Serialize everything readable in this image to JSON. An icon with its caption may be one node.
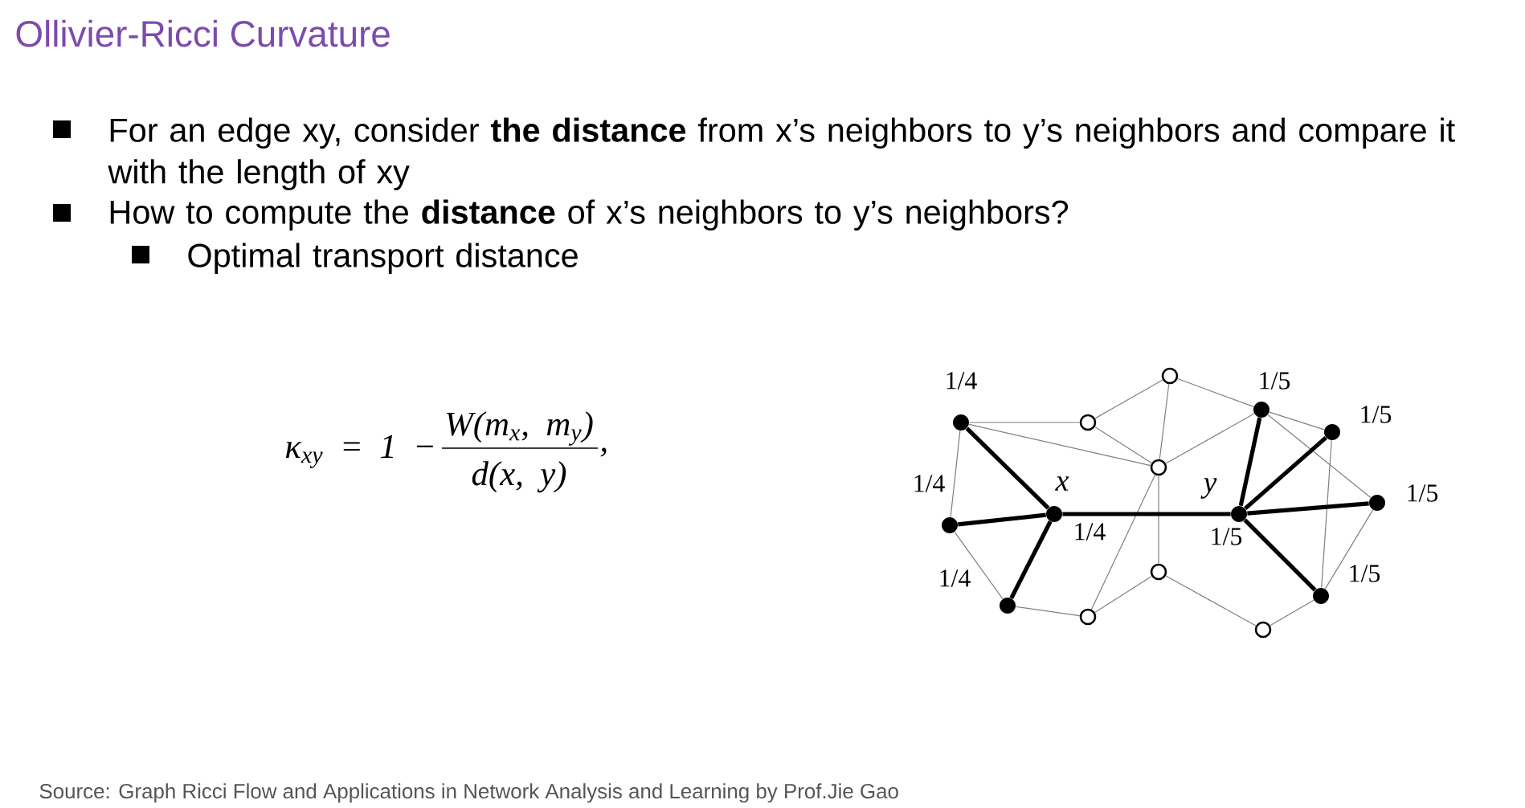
{
  "diagram": {
    "title": "Ollivier-Ricci Curvature",
    "caption": "Source: Graph Ricci Flow and Applications in Network Analysis and Learning by Prof.Jie Gao",
    "nodes": [
      {
        "text": [],
        "shape": "dot",
        "beside": [
          "1/4"
        ]
      },
      {
        "text": [],
        "shape": "circle"
      },
      {
        "text": [],
        "shape": "circle"
      },
      {
        "text": [],
        "shape": "circle"
      },
      {
        "text": [],
        "shape": "dot",
        "beside": [
          "1/5"
        ]
      },
      {
        "text": [],
        "shape": "dot",
        "beside": [
          "1/5"
        ]
      },
      {
        "text": [],
        "shape": "dot",
        "beside": [
          "1/5"
        ]
      },
      {
        "text": [],
        "shape": "dot",
        "beside": [
          "x",
          "1/4"
        ]
      },
      {
        "text": [],
        "shape": "dot",
        "beside": [
          "y",
          "1/5"
        ]
      },
      {
        "text": [],
        "shape": "dot",
        "beside": [
          "1/4"
        ]
      },
      {
        "text": [],
        "shape": "circle"
      },
      {
        "text": [],
        "shape": "dot",
        "beside": [
          "1/5"
        ]
      },
      {
        "text": [],
        "shape": "dot",
        "beside": [
          "1/4"
        ]
      },
      {
        "text": [],
        "shape": "circle"
      },
      {
        "text": [],
        "shape": "circle"
      }
    ],
    "edges": [
      {
        "from": 0,
        "to": 1,
        "arrow": "none"
      },
      {
        "from": 0,
        "to": 3,
        "arrow": "none"
      },
      {
        "from": 0,
        "to": 9,
        "arrow": "none"
      },
      {
        "from": 0,
        "to": 7,
        "arrow": "none",
        "style": "thick",
        "color": "#000000"
      },
      {
        "from": 1,
        "to": 2,
        "arrow": "none"
      },
      {
        "from": 1,
        "to": 3,
        "arrow": "none"
      },
      {
        "from": 2,
        "to": 3,
        "arrow": "none"
      },
      {
        "from": 2,
        "to": 4,
        "arrow": "none"
      },
      {
        "from": 3,
        "to": 4,
        "arrow": "none"
      },
      {
        "from": 3,
        "to": 10,
        "arrow": "none"
      },
      {
        "from": 3,
        "to": 13,
        "arrow": "none"
      },
      {
        "from": 4,
        "to": 5,
        "arrow": "none"
      },
      {
        "from": 4,
        "to": 6,
        "arrow": "none"
      },
      {
        "from": 4,
        "to": 8,
        "arrow": "none",
        "style": "thick",
        "color": "#000000"
      },
      {
        "from": 5,
        "to": 8,
        "arrow": "none",
        "style": "thick",
        "color": "#000000"
      },
      {
        "from": 5,
        "to": 11,
        "arrow": "none"
      },
      {
        "from": 6,
        "to": 8,
        "arrow": "none",
        "style": "thick",
        "color": "#000000"
      },
      {
        "from": 6,
        "to": 11,
        "arrow": "none"
      },
      {
        "from": 7,
        "to": 8,
        "arrow": "none",
        "style": "thick",
        "color": "#000000"
      },
      {
        "from": 7,
        "to": 9,
        "arrow": "none",
        "style": "thick",
        "color": "#000000"
      },
      {
        "from": 7,
        "to": 12,
        "arrow": "none",
        "style": "thick",
        "color": "#000000"
      },
      {
        "from": 8,
        "to": 11,
        "arrow": "none",
        "style": "thick",
        "color": "#000000"
      },
      {
        "from": 9,
        "to": 12,
        "arrow": "none"
      },
      {
        "from": 10,
        "to": 13,
        "arrow": "none"
      },
      {
        "from": 10,
        "to": 14,
        "arrow": "none"
      },
      {
        "from": 11,
        "to": 14,
        "arrow": "none"
      },
      {
        "from": 12,
        "to": 13,
        "arrow": "none"
      }
    ],
    "labels": [
      "For an edge xy, consider **the distance** from x’s neighbors to y’s neighbors and compare it with the length of xy",
      "How to compute the **distance** of x’s neighbors to y’s neighbors?",
      "Optimal transport distance",
      "κ$_{xy}$ = 1 −",
      "W(m$_{x}$, m$_{y}$)",
      "d(x, y)",
      ","
    ]
  }
}
